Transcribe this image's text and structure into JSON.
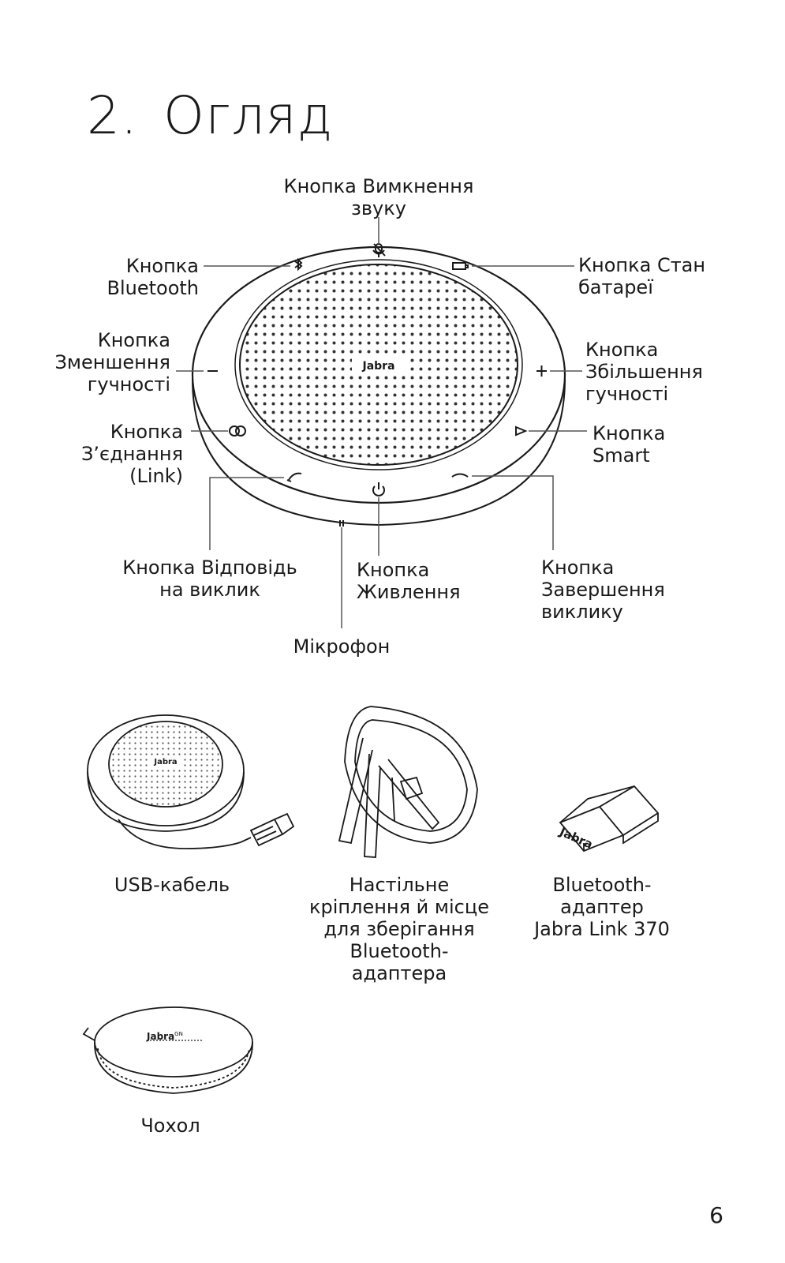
{
  "heading": {
    "number": "2.",
    "text": "Огляд"
  },
  "callouts": {
    "mute": [
      "Кнопка Вимкнення",
      "звуку"
    ],
    "bluetooth": [
      "Кнопка",
      "Bluetooth"
    ],
    "battery": [
      "Кнопка Стан",
      "батареї"
    ],
    "volume_down": [
      "Кнопка",
      "Зменшення",
      "гучності"
    ],
    "volume_up": [
      "Кнопка",
      "Збільшення",
      "гучності"
    ],
    "link": [
      "Кнопка",
      "З’єднання",
      "(Link)"
    ],
    "smart": [
      "Кнопка",
      "Smart"
    ],
    "answer": [
      "Кнопка Відповідь",
      "на виклик"
    ],
    "power": [
      "Кнопка",
      "Живлення"
    ],
    "end_call": [
      "Кнопка",
      "Завершення",
      "виклику"
    ],
    "microphone": "Мікрофон"
  },
  "device_brand": "Jabra",
  "pouch_brand": "Jabra",
  "pouch_brand_sup": "GN",
  "dongle_brand": "Jabra",
  "accessories": {
    "usb": [
      "USB-кабель"
    ],
    "stand": [
      "Настільне",
      "кріплення й місце",
      "для зберігання",
      "Bluetooth-",
      "адаптера"
    ],
    "adapter": [
      "Bluetooth-",
      "адаптер",
      "Jabra Link 370"
    ],
    "pouch": [
      "Чохол"
    ]
  },
  "page_number": "6"
}
